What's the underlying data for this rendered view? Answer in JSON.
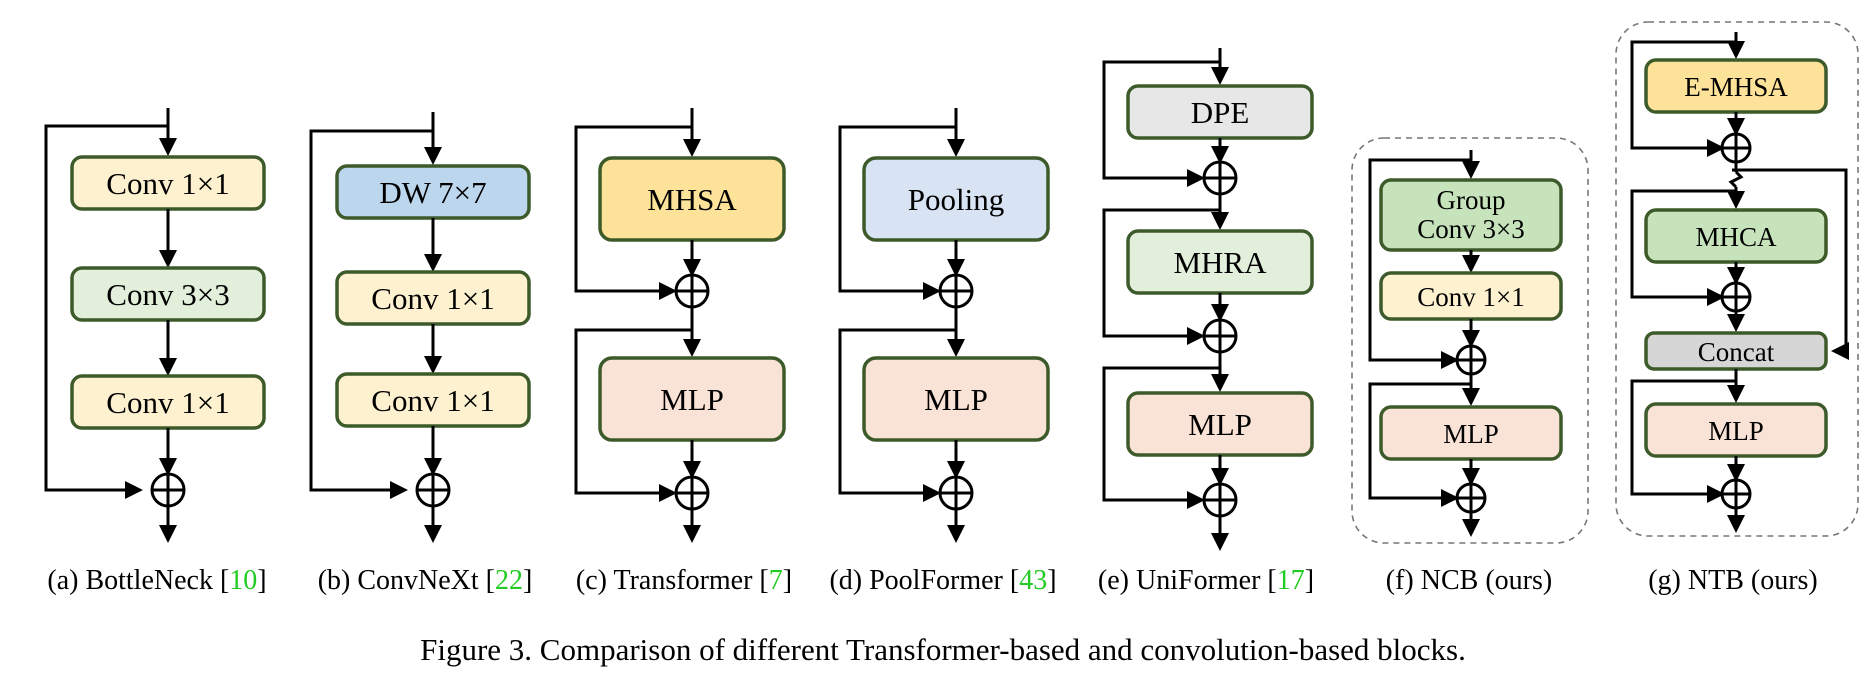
{
  "colors": {
    "yellow_block": "#fdf1cf",
    "green_block": "#e1efdb",
    "blue_block": "#bcd6ee",
    "gold_block": "#fde299",
    "lightblue_block": "#d8e3f3",
    "peach_block": "#f9e3d7",
    "gray_block": "#e7e7e7",
    "midgreen_block": "#c7e3bb",
    "concat_block": "#d6d6d6",
    "block_border": "#3d5a2a",
    "reference": "#22cc22"
  },
  "panels": [
    {
      "id": "a",
      "blocks": [
        "Conv 1×1",
        "Conv 3×3",
        "Conv 1×1"
      ],
      "caption": "(a) BottleNeck [",
      "ref": "10",
      "caption_end": "]"
    },
    {
      "id": "b",
      "blocks": [
        "DW 7×7",
        "Conv 1×1",
        "Conv 1×1"
      ],
      "caption": "(b) ConvNeXt [",
      "ref": "22",
      "caption_end": "]"
    },
    {
      "id": "c",
      "blocks": [
        "MHSA",
        "MLP"
      ],
      "caption": "(c) Transformer [",
      "ref": "7",
      "caption_end": "]"
    },
    {
      "id": "d",
      "blocks": [
        "Pooling",
        "MLP"
      ],
      "caption": "(d) PoolFormer [",
      "ref": "43",
      "caption_end": "]"
    },
    {
      "id": "e",
      "blocks": [
        "DPE",
        "MHRA",
        "MLP"
      ],
      "caption": "(e) UniFormer [",
      "ref": "17",
      "caption_end": "]"
    },
    {
      "id": "f",
      "blocks": [
        "Group",
        "Conv 3×3",
        "Conv 1×1",
        "MLP"
      ],
      "caption": "(f) NCB (ours)"
    },
    {
      "id": "g",
      "blocks": [
        "E-MHSA",
        "MHCA",
        "Concat",
        "MLP"
      ],
      "caption": "(g) NTB (ours)"
    }
  ],
  "figure_caption": "Figure 3. Comparison of different Transformer-based and convolution-based blocks."
}
